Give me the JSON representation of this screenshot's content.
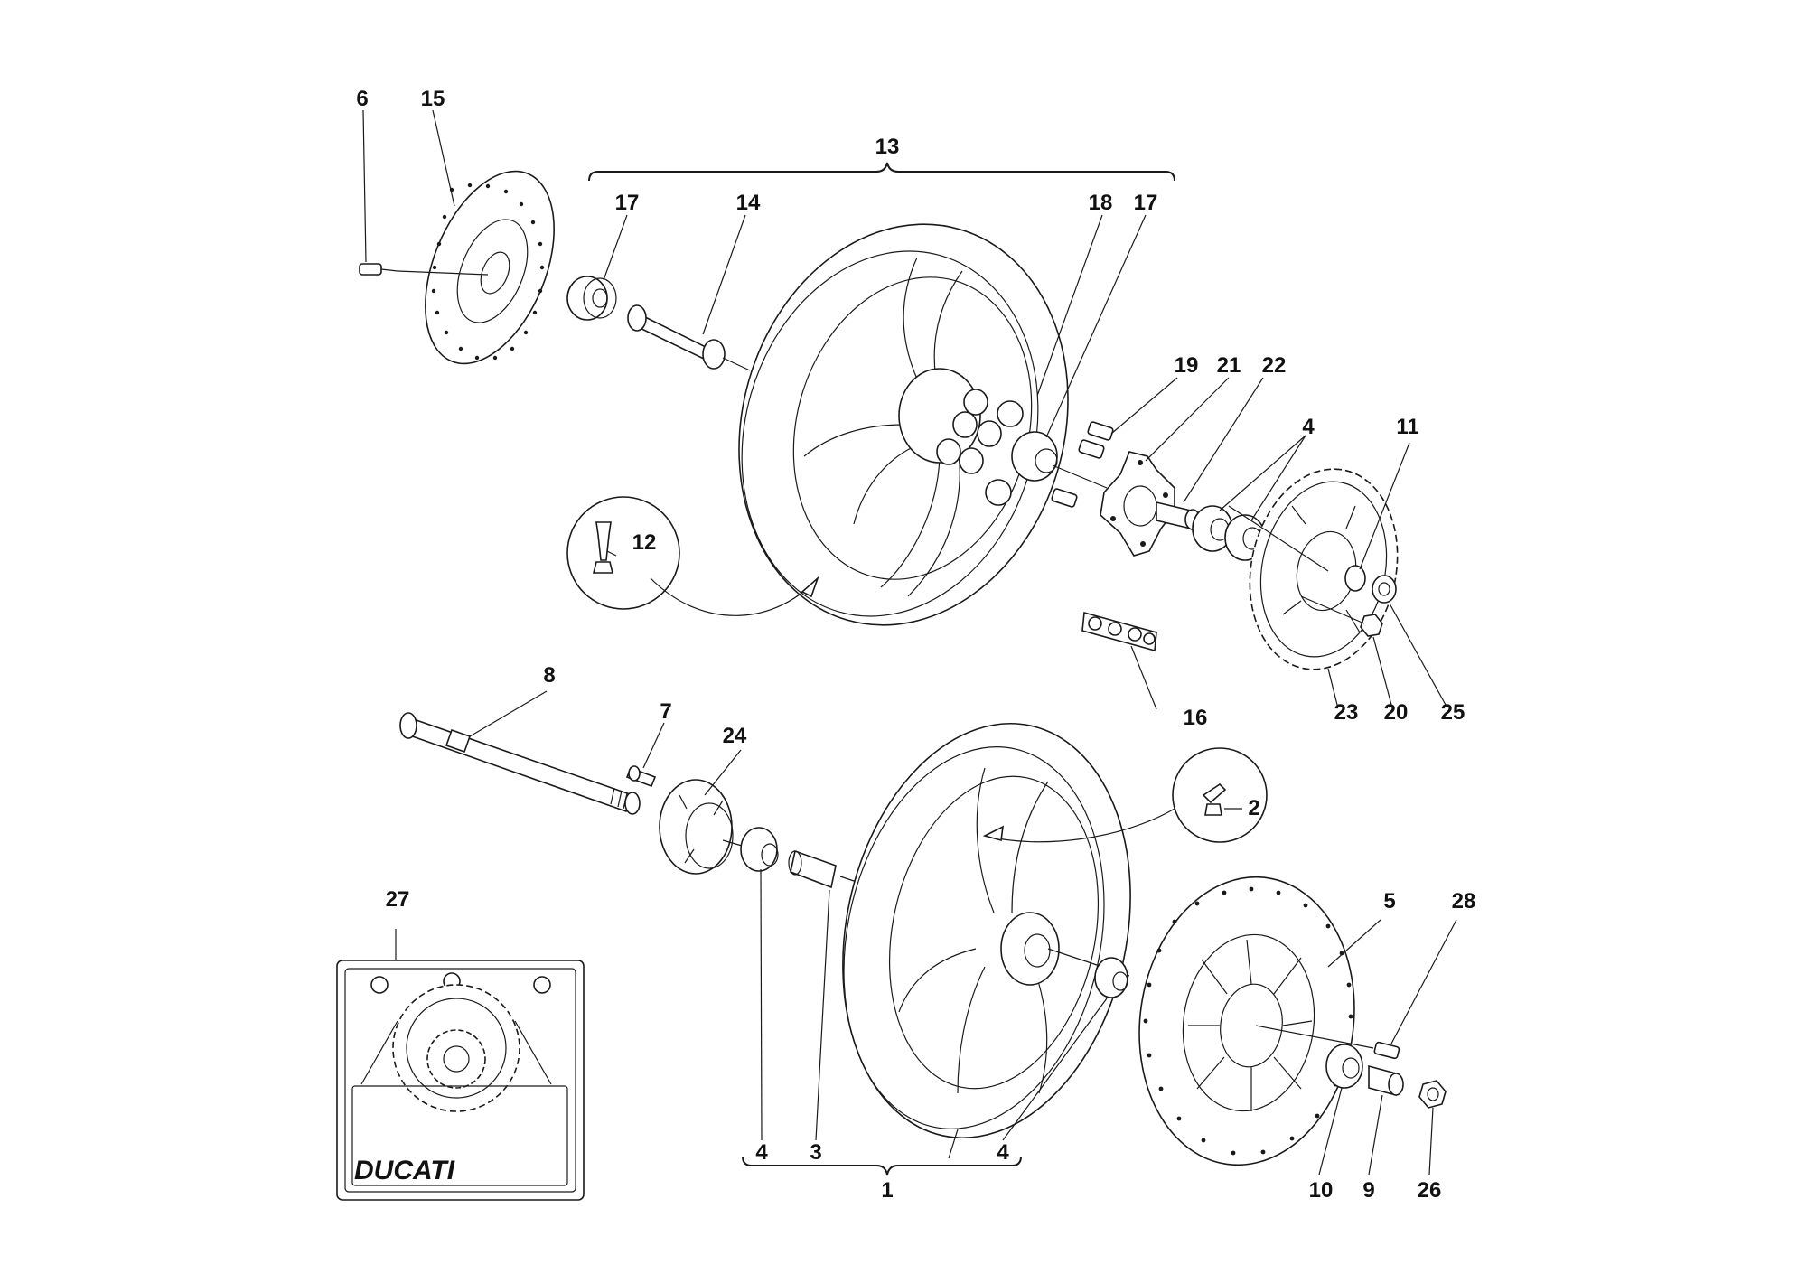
{
  "labels": {
    "l1": "1",
    "l2": "2",
    "l3": "3",
    "l4a": "4",
    "l4b": "4",
    "l4c": "4",
    "l5": "5",
    "l6": "6",
    "l7": "7",
    "l8": "8",
    "l9": "9",
    "l10": "10",
    "l11": "11",
    "l12": "12",
    "l13": "13",
    "l14": "14",
    "l15": "15",
    "l16": "16",
    "l17a": "17",
    "l17b": "17",
    "l18": "18",
    "l19": "19",
    "l20": "20",
    "l21": "21",
    "l22": "22",
    "l23": "23",
    "l24": "24",
    "l25": "25",
    "l26": "26",
    "l27": "27",
    "l28": "28"
  },
  "decal": {
    "brand": "DUCATI"
  },
  "colors": {
    "line": "#1a1a1a",
    "background": "#ffffff"
  }
}
